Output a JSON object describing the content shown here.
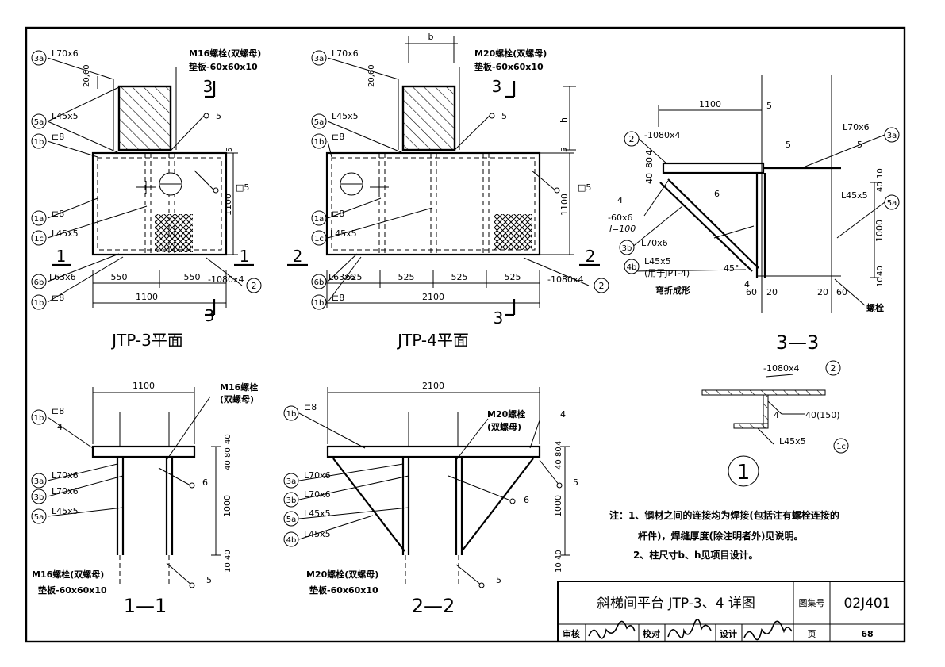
{
  "views": {
    "jtp3": {
      "title": "JTP-3平面",
      "labels": {
        "l70": "L70x6",
        "m16": "M16螺栓(双螺母)",
        "pad": "垫板-60x60x10",
        "l45": "L45x5",
        "c8a": "⊏8",
        "c8b": "⊏8",
        "l45b": "L45x5",
        "l63": "L63x6",
        "c8c": "⊏8",
        "plate": "-1080x4"
      },
      "dims": {
        "d2060": "20,60",
        "d1100v": "1100",
        "d550a": "550",
        "d550b": "550",
        "d1100h": "1100",
        "d5": "5",
        "box5": "□5",
        "w5": "5"
      },
      "callouts": {
        "c3a": "3a",
        "c5a": "5a",
        "c1b": "1b",
        "c1a": "1a",
        "c1c": "1c",
        "c6b": "6b",
        "c1b2": "1b",
        "c2": "2",
        "sec1": "1",
        "sec3": "3"
      }
    },
    "jtp4": {
      "title": "JTP-4平面",
      "labels": {
        "b": "b",
        "h": "h",
        "l70": "L70x6",
        "m20": "M20螺栓(双螺母)",
        "pad": "垫板-60x60x10",
        "l45": "L45x5",
        "c8a": "⊏8",
        "c8b": "⊏8",
        "l45b": "L45x5",
        "l63": "L63x6",
        "c8c": "⊏8",
        "plate": "-1080x4"
      },
      "dims": {
        "d2060": "20,60",
        "d1100v": "1100",
        "d525a": "525",
        "d525b": "525",
        "d525c": "525",
        "d525d": "525",
        "d2100": "2100",
        "d5": "5",
        "box5": "□5",
        "w5": "5"
      },
      "callouts": {
        "c3a": "3a",
        "c5a": "5a",
        "c1b": "1b",
        "c1a": "1a",
        "c1c": "1c",
        "c6b": "6b",
        "c1b2": "1b",
        "c2": "2",
        "sec2": "2",
        "sec3": "3"
      }
    },
    "s33": {
      "title": "3—3",
      "labels": {
        "plate": "-1080x4",
        "pl60": "-60x6",
        "l100": "l=100",
        "l70a": "L70x6",
        "l70b": "L70x6",
        "l45a": "L45x5",
        "l45b": "L45x5",
        "note4b": "(用于JPT-4)",
        "bend": "弯折成形",
        "bolt": "螺栓",
        "angle": "45°"
      },
      "dims": {
        "d1100": "1100",
        "d5top": "5",
        "d4": "4",
        "d80": "80",
        "d40": "40",
        "d1000": "1000",
        "d10": "10",
        "d40b": "40",
        "d60a": "60",
        "d20a": "20",
        "d20b": "20",
        "d60b": "60",
        "w5a": "5",
        "w5b": "5",
        "w6": "6",
        "w4a": "4",
        "w4b": "4",
        "w10": "10",
        "w40": "40"
      },
      "callouts": {
        "c2": "2",
        "c3a": "3a",
        "c5a": "5a",
        "c3b": "3b",
        "c4b": "4b"
      }
    },
    "s11": {
      "title": "1—1",
      "labels": {
        "c8": "⊏8",
        "m16": "M16螺栓",
        "dn": "(双螺母)",
        "l70a": "L70x6",
        "l70b": "L70x6",
        "l45": "L45x5",
        "m16b": "M16螺栓(双螺母)",
        "pad": "垫板-60x60x10"
      },
      "dims": {
        "d1100": "1100",
        "d40": "40",
        "d80": "80",
        "d40b": "40",
        "d1000": "1000",
        "d10": "10",
        "d40c": "40",
        "w4": "4",
        "w6": "6",
        "w5": "5"
      },
      "callouts": {
        "c1b": "1b",
        "c3a": "3a",
        "c3b": "3b",
        "c5a": "5a"
      }
    },
    "s22": {
      "title": "2—2",
      "labels": {
        "c8": "⊏8",
        "m20": "M20螺栓",
        "dn": "(双螺母)",
        "l70a": "L70x6",
        "l70b": "L70x6",
        "l45a": "L45x5",
        "l45b": "L45x5",
        "m20b": "M20螺栓(双螺母)",
        "pad": "垫板-60x60x10"
      },
      "dims": {
        "d2100": "2100",
        "d4": "4",
        "d80": "80",
        "d40": "40",
        "d1000": "1000",
        "d10": "10",
        "d40b": "40",
        "w4": "4",
        "w5a": "5",
        "w6": "6",
        "w5b": "5"
      },
      "callouts": {
        "c1b": "1b",
        "c3a": "3a",
        "c3b": "3b",
        "c5a": "5a",
        "c4b": "4b"
      }
    },
    "d1": {
      "title": "1",
      "labels": {
        "plate": "-1080x4",
        "l45": "L45x5",
        "weld": "40(150)",
        "w4": "4"
      },
      "callouts": {
        "c2": "2",
        "c1c": "1c"
      }
    }
  },
  "notes": {
    "n1a": "注：1、钢材之间的连接均为焊接(包括注有螺栓连接的",
    "n1b": "杆件)，焊缝厚度(除注明者外)见说明。",
    "n2": "2、柱尺寸b、h见项目设计。"
  },
  "titleblock": {
    "title": "斜梯间平台  JTP-3、4 详图",
    "atlas_label": "图集号",
    "atlas_no": "02J401",
    "review": "审核",
    "check": "校对",
    "design": "设计",
    "page_label": "页",
    "page_no": "68"
  }
}
